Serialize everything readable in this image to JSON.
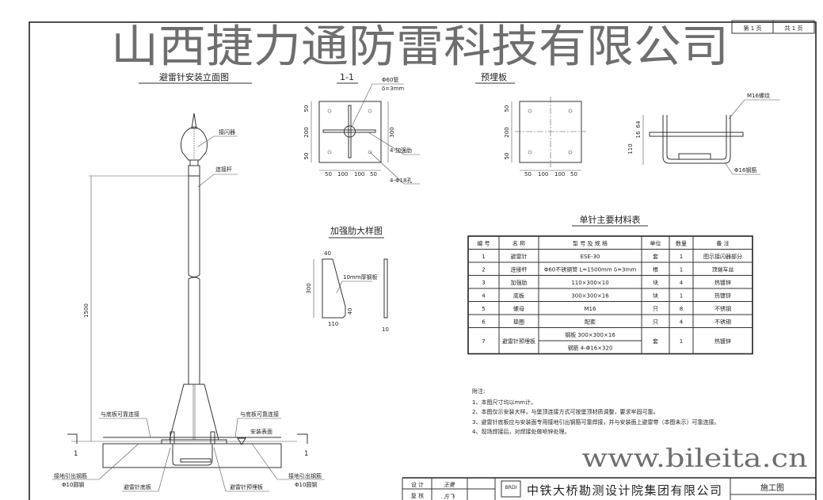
{
  "page_box": {
    "page": "第 1 页",
    "total": "共 1 页"
  },
  "watermark": {
    "company": "山西捷力通防雷科技有限公司",
    "url": "www.bileita.cn"
  },
  "elevation": {
    "title": "避雷针安装立面图",
    "labels": {
      "arrester": "接闪器",
      "rod": "连接杆",
      "height_dim": "1500",
      "connect_left": "与底板可靠连接",
      "connect_right": "与底板可靠连接",
      "surface": "安装表面",
      "section_left": "1",
      "section_right": "1",
      "ground_left_1": "接地引出钢筋",
      "ground_left_2": "Φ10圆钢",
      "ground_right_1": "接地引出钢筋",
      "ground_right_2": "Φ10圆钢",
      "base_plate": "避雷针底板",
      "embed_plate": "避雷针预埋板"
    }
  },
  "section_1_1": {
    "title": "1-1",
    "pipe_1": "Φ60管",
    "pipe_2": "δ=3mm",
    "rib": "4-加强肋",
    "hole": "4-Φ18孔",
    "dims_bottom": [
      "50",
      "100",
      "100",
      "50"
    ],
    "dims_left": [
      "50",
      "200",
      "50"
    ],
    "dim_right": "300"
  },
  "embed_plan": {
    "title": "预埋板",
    "dims_bottom": [
      "50",
      "100",
      "100",
      "50"
    ],
    "dims_left": [
      "50",
      "200",
      "50"
    ]
  },
  "embed_side": {
    "thread": "M16螺纹",
    "bar": "Φ16钢筋",
    "dims": [
      "64",
      "16",
      "110"
    ]
  },
  "rib_detail": {
    "title": "加强肋大样图",
    "plate": "10mm厚钢板",
    "dims": {
      "top": "40",
      "height": "300",
      "bottom": "110",
      "chamfer": "40",
      "thickness": "10"
    }
  },
  "material_table": {
    "title": "单针主要材料表",
    "headers": [
      "编 号",
      "名 称",
      "型 号 及 规 格",
      "单位",
      "数量",
      "备 注"
    ],
    "rows": [
      [
        "1",
        "避雷针",
        "ESE-30",
        "套",
        "1",
        "图示接闪器部分"
      ],
      [
        "2",
        "连接杆",
        "Φ60不锈钢管 L=1500mm δ=3mm",
        "根",
        "1",
        "顶端车丝"
      ],
      [
        "3",
        "加强肋",
        "110×300×10",
        "块",
        "4",
        "热镀锌"
      ],
      [
        "4",
        "底板",
        "300×300×16",
        "块",
        "1",
        "热镀锌"
      ],
      [
        "5",
        "螺母",
        "M16",
        "只",
        "8",
        "不锈钢"
      ],
      [
        "6",
        "垫圈",
        "配套",
        "只",
        "4",
        "不锈钢"
      ]
    ],
    "row7": {
      "no": "7",
      "name": "避雷针预埋板",
      "spec_1": "钢板 300×300×16",
      "spec_2": "钢筋 4-Φ16×320",
      "unit": "套",
      "qty": "1",
      "note": "热镀锌"
    }
  },
  "notes": {
    "title": "附注:",
    "items": [
      "1、本图尺寸均以mm计。",
      "2、本图仅示安装大样，与堡顶连接方式可按堡顶材质调整，要求牢固可靠。",
      "3、避雷针底板应与安装面专用接地引出钢筋可靠焊接，并与安装面上避雷带（本图未示）可靠连接。",
      "4、现场焊接后，对焊接处做喷锌处理。"
    ]
  },
  "title_block": {
    "design": "设 计",
    "review": "复 核",
    "signature_1": "王曼",
    "signature_2": "方飞",
    "logo": "BRDI",
    "company": "中铁大桥勘测设计院集团有限公司",
    "stage": "施工图"
  }
}
